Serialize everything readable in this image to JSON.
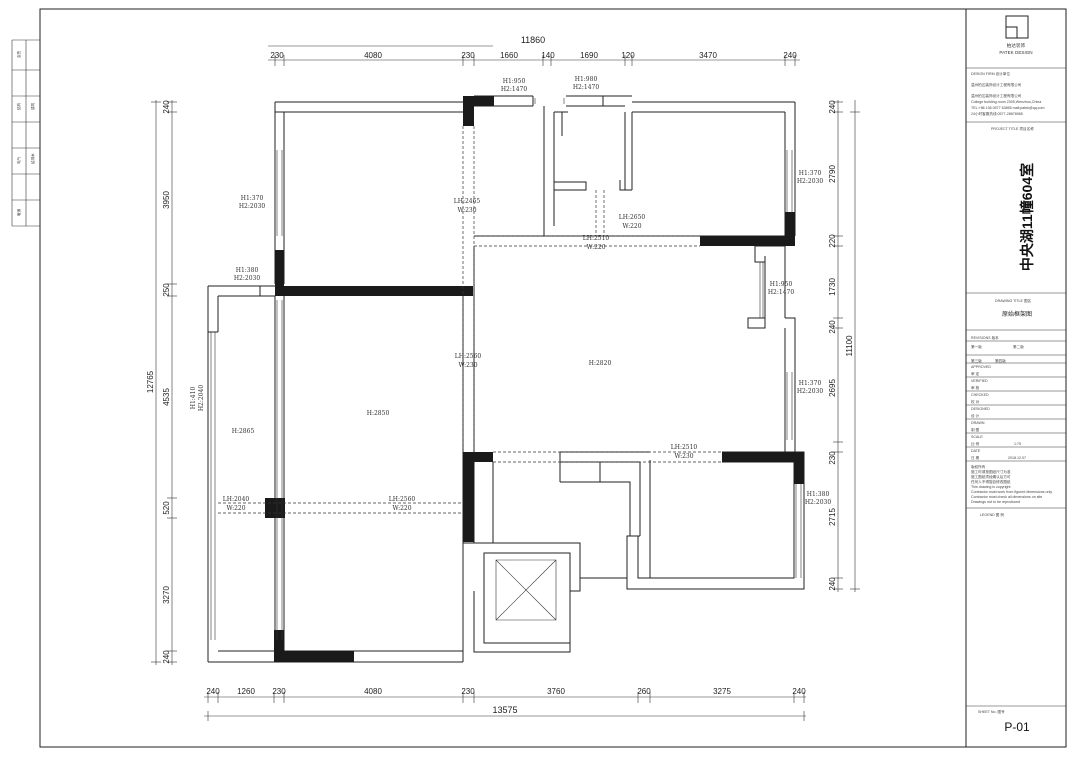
{
  "top_dimensions": {
    "overall": "11860",
    "segments": [
      "230",
      "4080",
      "230",
      "1660",
      "140",
      "1690",
      "120",
      "3470",
      "240"
    ]
  },
  "bottom_dimensions": {
    "overall": "13575",
    "segments": [
      "240",
      "1260",
      "230",
      "4080",
      "230",
      "3760",
      "260",
      "3275",
      "240"
    ]
  },
  "left_dimensions": {
    "overall": "12765",
    "segments": [
      "240",
      "3950",
      "250",
      "4535",
      "520",
      "3270",
      "240"
    ]
  },
  "right_dimensions": {
    "overall": "11100",
    "segments": [
      "240",
      "2790",
      "220",
      "1730",
      "240",
      "2695",
      "230",
      "2715",
      "240"
    ]
  },
  "openings": [
    {
      "h1": "H1:950",
      "h2": "H2:1470"
    },
    {
      "h1": "H1:980",
      "h2": "H2:1470"
    },
    {
      "h1": "H1:370",
      "h2": "H2:2030"
    },
    {
      "h1": "H1:370",
      "h2": "H2:2030"
    },
    {
      "h1": "H1:380",
      "h2": "H2:2030"
    },
    {
      "h1": "H1:950",
      "h2": "H2:1470"
    },
    {
      "h1": "H1:410",
      "h2": "H2:2040"
    },
    {
      "h1": "H1:370",
      "h2": "H2:2030"
    },
    {
      "h1": "H1:380",
      "h2": "H2:2030"
    }
  ],
  "beams": [
    {
      "lh": "LH:2465",
      "w": "W:230"
    },
    {
      "lh": "LH:2650",
      "w": "W:220"
    },
    {
      "lh": "LH:2510",
      "w": "W:220"
    },
    {
      "lh": "LH:2560",
      "w": "W:230"
    },
    {
      "lh": "LH:2510",
      "w": "W:230"
    },
    {
      "lh": "LH:2040",
      "w": "W:220"
    },
    {
      "lh": "LH:2560",
      "w": "W:220"
    }
  ],
  "heights": [
    "H:2865",
    "H:2850",
    "H:2820"
  ],
  "title_block": {
    "logo_cn": "柏达装饰",
    "logo_en": "PATEK DESIGN",
    "design_firm_label": "DESIGN FIRM 设计单位",
    "firm_lines": [
      "温州柏达装饰设计工程有限公司",
      "温州柏达装饰设计工程有限公司",
      "College building room 2305,Wenzhou,China",
      "TEL:+86 136 0577 63855 mail:patek@qq.com",
      "24小时客服热线:0577-28878985"
    ],
    "project_title_label": "PROJECT TITLE 项目名称",
    "project_title": "中央湖11幢604室",
    "drawing_title_label": "DRAWING TITLE 图名",
    "drawing_title": "原始框架图",
    "revisions_label": "REVISIONS 版本",
    "revisions": [
      "第一版",
      "第二版",
      "第三版",
      "第四版"
    ],
    "approved_label": "APPROVED",
    "approved_cn": "审 定",
    "verified_label": "VERIFIED",
    "verified_cn": "审 核",
    "checked_label": "CHECKED",
    "checked_cn": "校 对",
    "designed_label": "DESIGNED",
    "designed_cn": "设 计",
    "drawn_label": "DRAWN",
    "drawn_cn": "制 图",
    "scale_label": "SCALE",
    "scale_cn": "比 例",
    "scale_value": "1:75",
    "date_label": "DATE",
    "date_cn": "日 期",
    "date_value": "2018.12.07",
    "notes": [
      "版权所有",
      "施工时请按图纸尺寸为准",
      "施工图纸须经确认后方可",
      "任何人不得擅自修改图纸",
      "This drawing is copyright",
      "Contractor must work from figured dimensions only",
      "Contractor must check all dimensions on site",
      "Drawings not to be reproduced"
    ],
    "legend_label": "LEGEND 图 例",
    "sheet_no_label": "SHEET No. 图号",
    "sheet_no": "P-01"
  },
  "left_margin_labels": [
    "会签",
    "建筑",
    "结构",
    "电气",
    "给排水",
    "暖通"
  ]
}
